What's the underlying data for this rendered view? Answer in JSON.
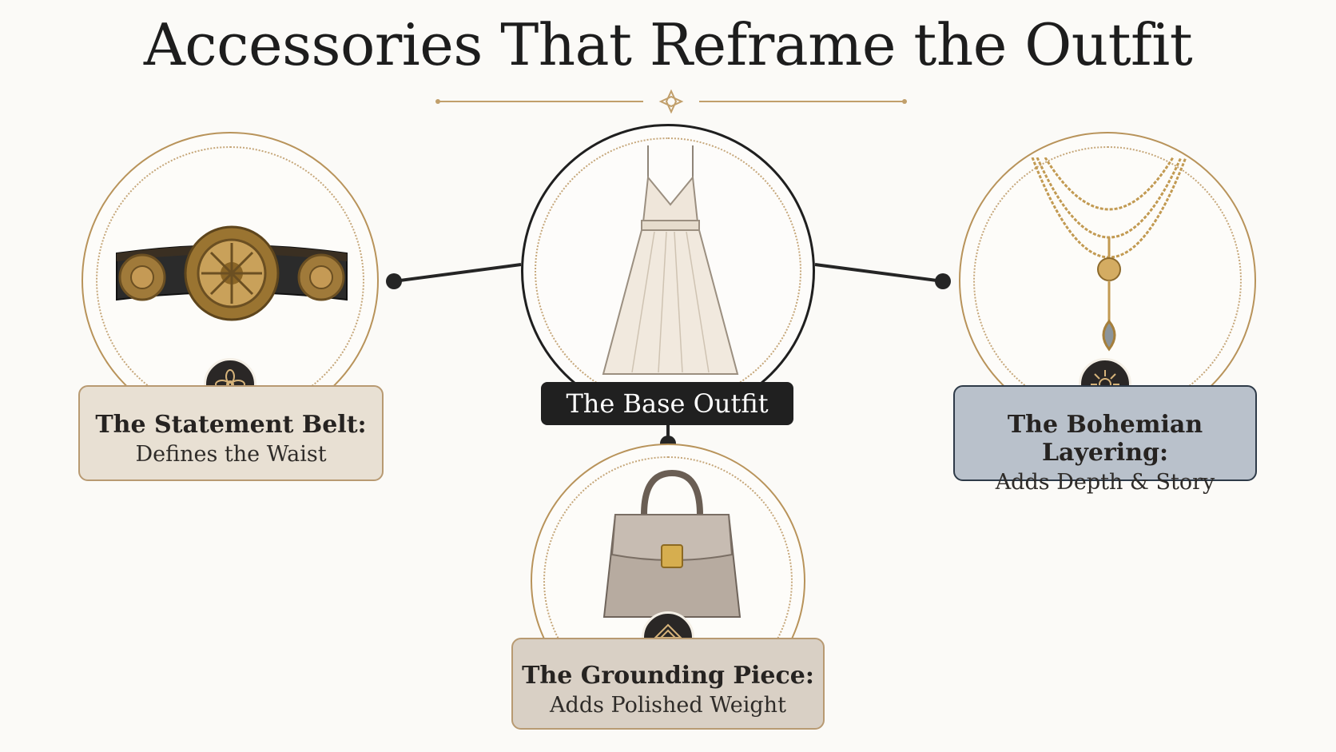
{
  "title": "Accessories That Reframe the Outfit",
  "colors": {
    "gold": "#b8935a",
    "dark": "#202020",
    "belt_label_bg": "#e8e0d3",
    "necklace_label_bg": "#b9c1cb",
    "bag_label_bg": "#d9d0c5"
  },
  "center": {
    "label": "The Base Outfit",
    "image": "dress-illustration"
  },
  "accessories": [
    {
      "id": "belt",
      "title": "The Statement Belt:",
      "subtitle": "Defines the Waist",
      "icon": "flower-icon",
      "image": "belt-illustration"
    },
    {
      "id": "necklace",
      "title": "The Bohemian Layering:",
      "subtitle": "Adds Depth & Story",
      "icon": "sun-icon",
      "image": "necklace-illustration"
    },
    {
      "id": "bag",
      "title": "The Grounding Piece:",
      "subtitle": "Adds Polished Weight",
      "icon": "gem-icon",
      "image": "handbag-illustration"
    }
  ]
}
